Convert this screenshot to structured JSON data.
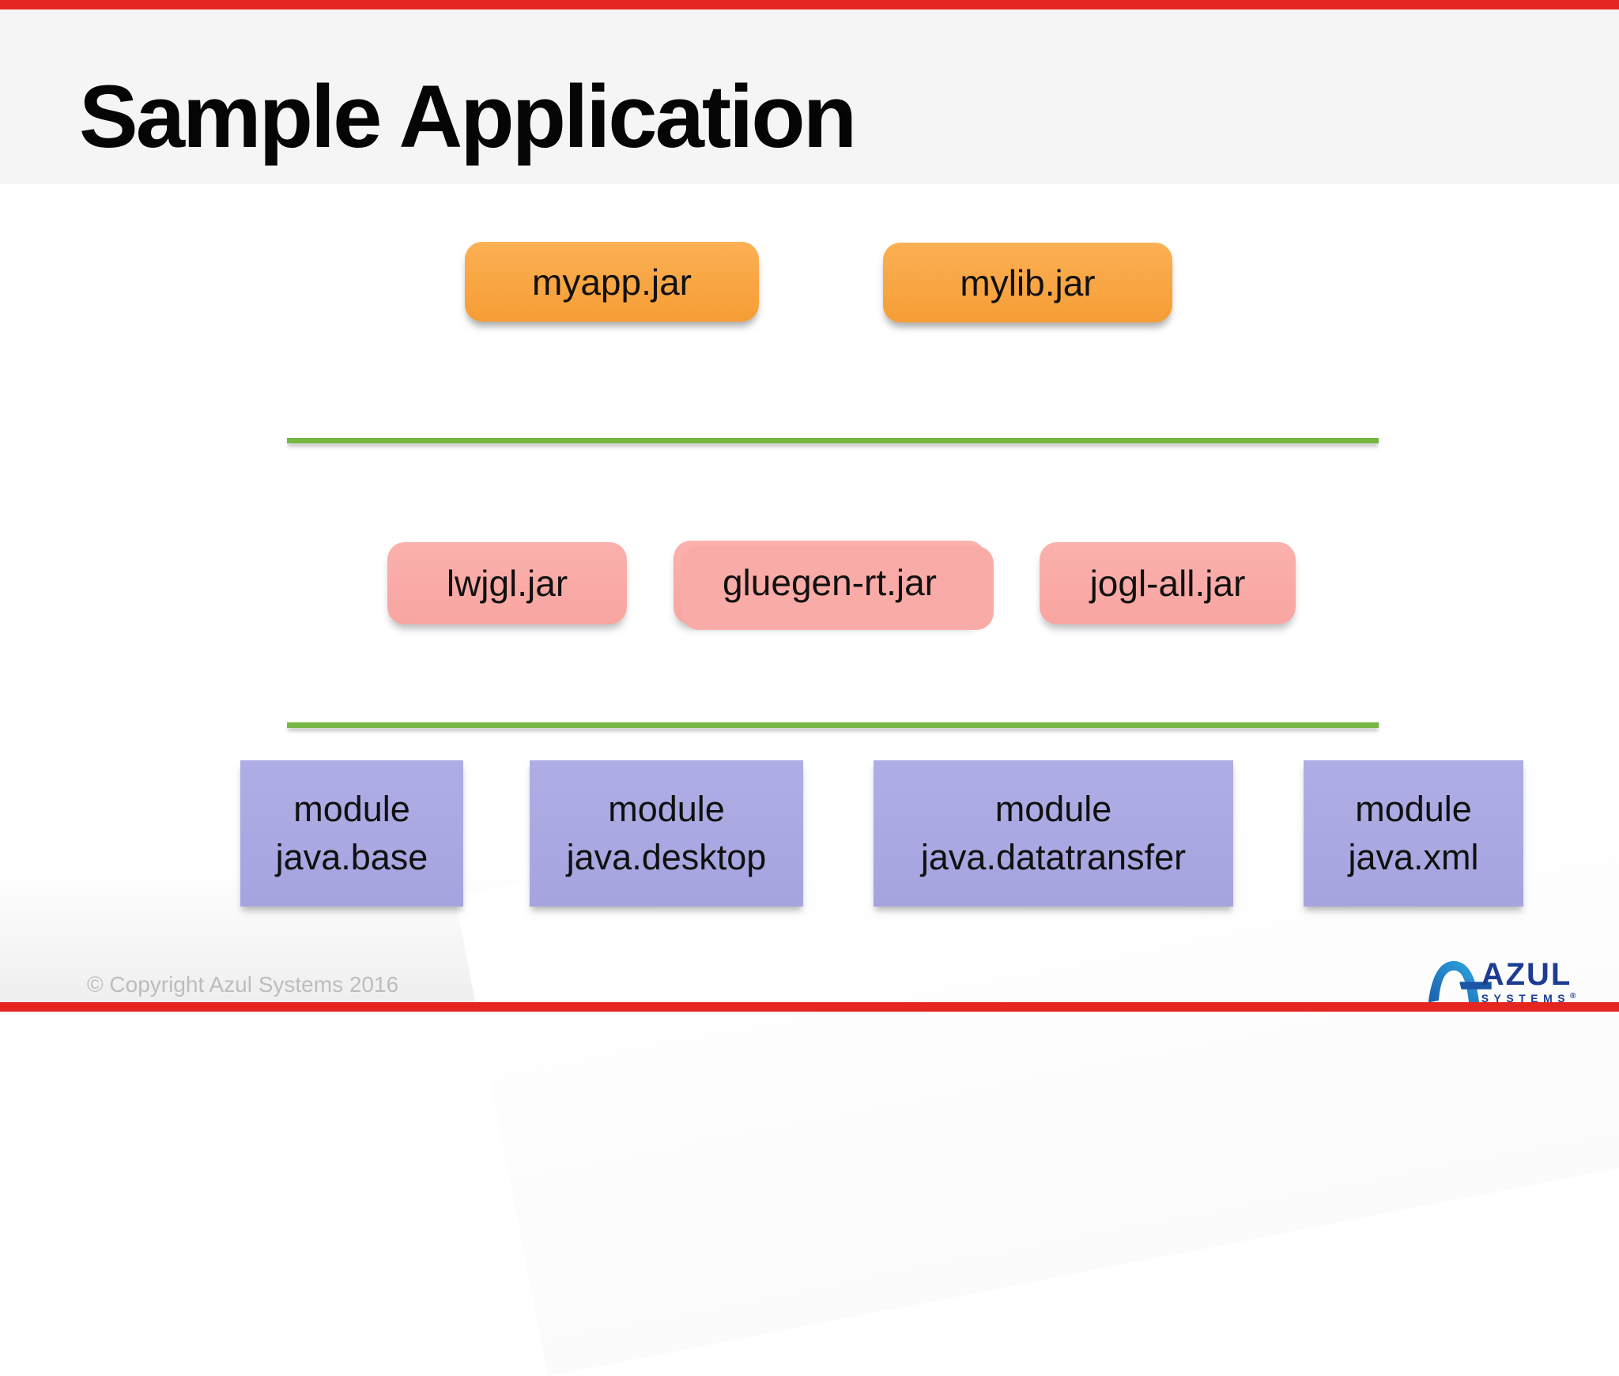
{
  "slide": {
    "title": "Sample Application",
    "app_layer": {
      "jars": [
        {
          "label": "myapp.jar"
        },
        {
          "label": "mylib.jar"
        }
      ]
    },
    "lib_layer": {
      "jars": [
        {
          "label": "lwjgl.jar"
        },
        {
          "label": "gluegen-rt.jar"
        },
        {
          "label": "jogl-all.jar"
        }
      ]
    },
    "module_layer": {
      "modules": [
        {
          "line1": "module",
          "line2": "java.base"
        },
        {
          "line1": "module",
          "line2": "java.desktop"
        },
        {
          "line1": "module",
          "line2": "java.datatransfer"
        },
        {
          "line1": "module",
          "line2": "java.xml"
        }
      ]
    },
    "footer": {
      "copyright": "© Copyright Azul Systems 2016",
      "logo": {
        "name": "AZUL",
        "sub": "SYSTEMS",
        "registered": "®"
      }
    },
    "colors": {
      "accent_red": "#E52620",
      "separator_green": "#76B843",
      "jar_orange": "#F7A03A",
      "jar_pink": "#F9ABA7",
      "module_purple": "#A9A7E1",
      "logo_blue": "#1C3D92",
      "header_gray": "#f5f5f6"
    }
  }
}
